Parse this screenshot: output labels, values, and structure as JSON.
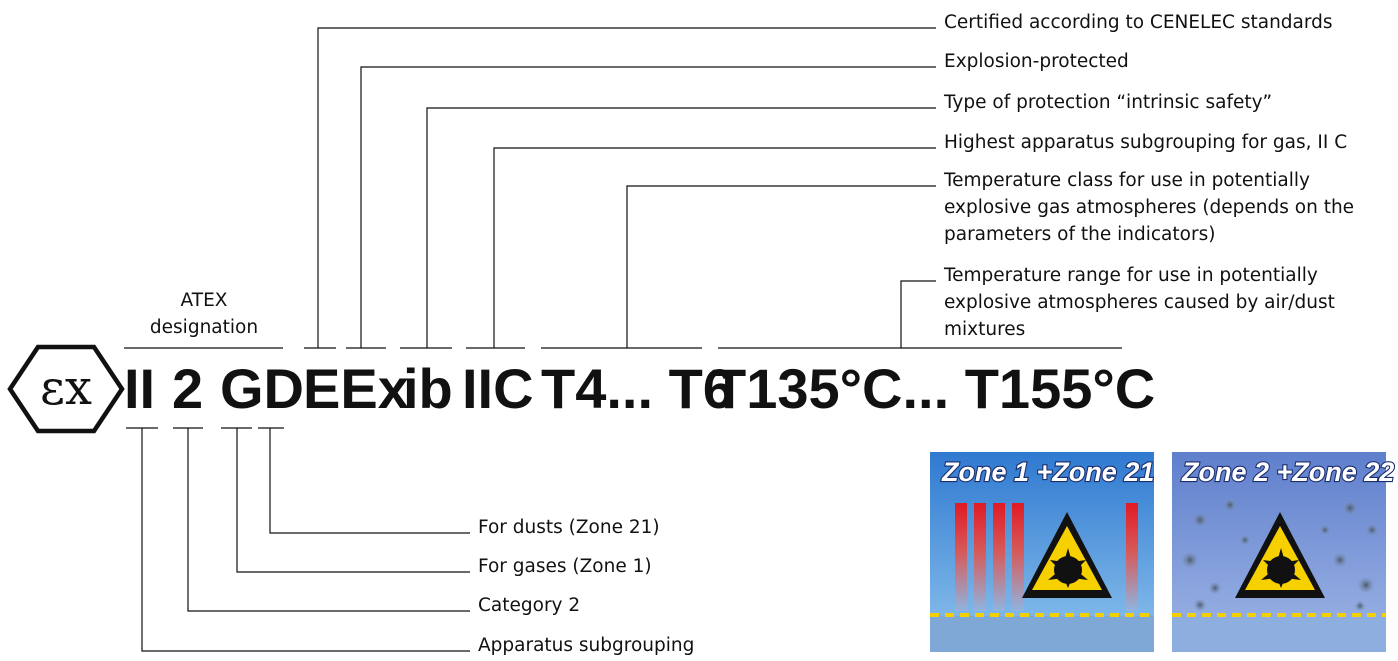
{
  "atex_caption": [
    "ATEX",
    "designation"
  ],
  "ex_symbol": "εx",
  "code": {
    "group": "II",
    "category": "2",
    "atmosphere": "GD",
    "eex": "EEx",
    "protection": "ib",
    "gas_group": "IIC",
    "temp_class": "T4... T6",
    "temp_range": "T135°C... T155°C"
  },
  "upper_labels": {
    "cenelec": "Certified according to CENELEC standards",
    "explosion": "Explosion-protected",
    "protection": "Type of protection “intrinsic safety”",
    "subgrouping": "Highest apparatus subgrouping for gas, II C",
    "temp_class": [
      "Temperature class for use in potentially",
      "explosive gas atmospheres (depends on the",
      "parameters of the indicators)"
    ],
    "temp_range": [
      "Temperature range for use in potentially",
      "explosive atmospheres caused by air/dust",
      "mixtures"
    ]
  },
  "lower_labels": {
    "dusts": "For dusts (Zone 21)",
    "gases": "For gases (Zone 1)",
    "category": "Category 2",
    "apparatus": "Apparatus subgrouping"
  },
  "zones": [
    {
      "title": "Zone 1 +Zone 21",
      "color": "#4f8fd6"
    },
    {
      "title": "Zone 2 +Zone 22",
      "color": "#6f8fcf"
    }
  ]
}
